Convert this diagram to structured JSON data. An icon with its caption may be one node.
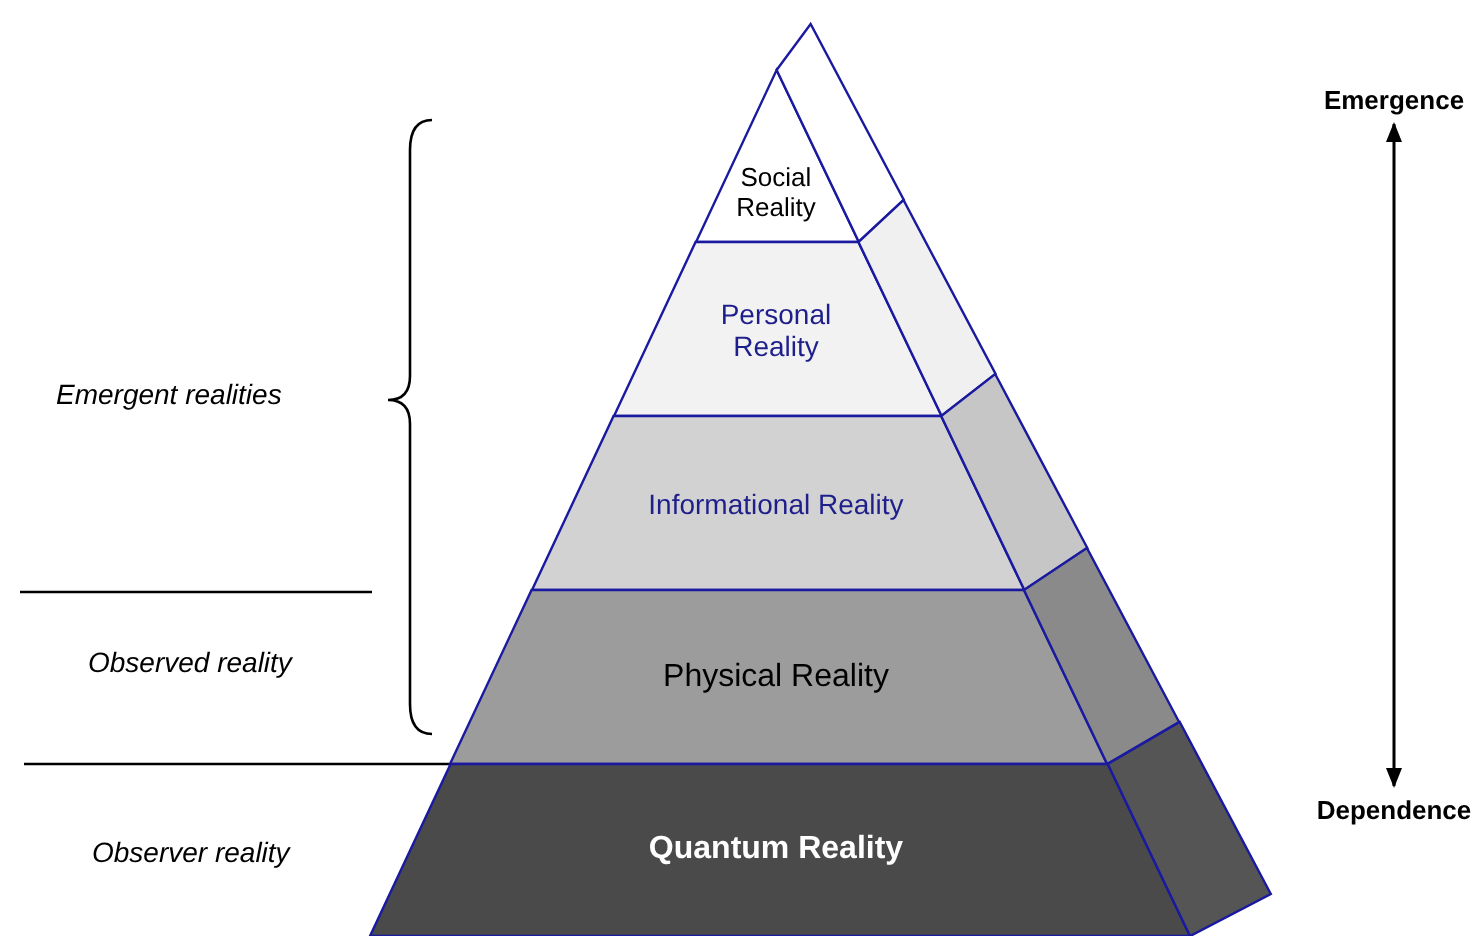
{
  "diagram": {
    "nodes": [
      {
        "text": [
          "Social Reality"
        ]
      },
      {
        "text": [
          "Personal Reality"
        ]
      },
      {
        "text": [
          "Informational Reality"
        ]
      },
      {
        "text": [
          "Physical Reality"
        ]
      },
      {
        "text": [
          "Quantum Reality"
        ]
      },
      {
        "text": [
          "Emergence"
        ]
      },
      {
        "text": [
          "Dependence"
        ]
      }
    ],
    "edges": [
      {
        "from": 5,
        "to": 6,
        "arrow": "both"
      }
    ],
    "labels": [
      "Emergent realities",
      "Observed reality",
      "Observer reality"
    ]
  }
}
